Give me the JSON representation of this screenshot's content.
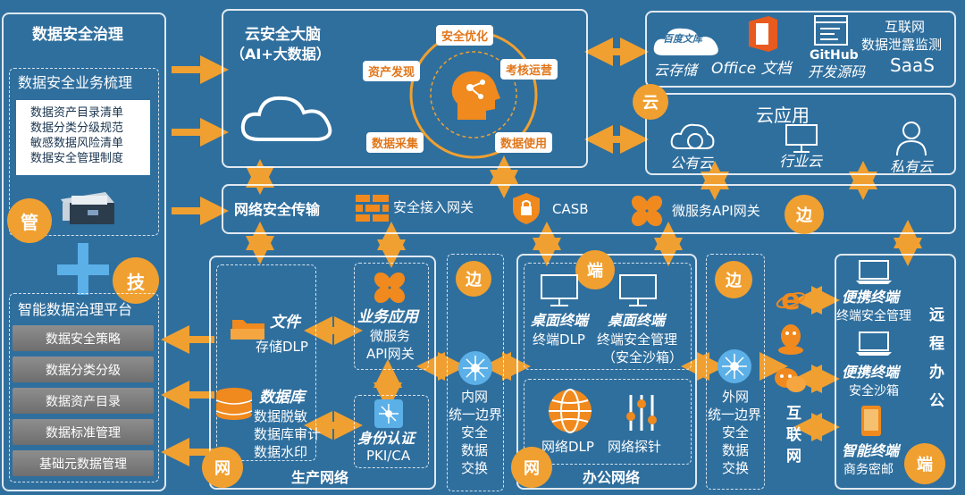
{
  "governance": {
    "title": "数据安全治理",
    "business_title": "数据安全业务梳理",
    "business_items": [
      "数据资产目录清单",
      "数据分类分级规范",
      "敏感数据风险清单",
      "数据安全管理制度"
    ],
    "badge_manage": "管",
    "badge_tech": "技",
    "platform_title": "智能数据治理平台",
    "platform_items": [
      "数据安全策略",
      "数据分类分级",
      "数据资产目录",
      "数据标准管理",
      "基础元数据管理"
    ]
  },
  "brain": {
    "title_line1": "云安全大脑",
    "title_line2": "（AI+大数据）",
    "nodes": [
      "安全优化",
      "资产发现",
      "考核运营",
      "数据采集",
      "数据使用"
    ]
  },
  "saas": {
    "baidu_logo": "百度文库",
    "cloud_storage": "云存储",
    "office": "Office 文档",
    "github_logo": "GitHub",
    "github_label": "开发源码",
    "leak_line1": "互联网",
    "leak_line2": "数据泄露监测",
    "leak_line3": "SaaS"
  },
  "cloud_app": {
    "badge": "云",
    "title": "云应用",
    "items": [
      "公有云",
      "行业云",
      "私有云"
    ]
  },
  "network": {
    "title": "网络安全传输",
    "gateway": "安全接入网关",
    "casb": "CASB",
    "api_gateway": "微服务API网关",
    "badge_edge": "边"
  },
  "production": {
    "file_title": "文件",
    "file_sub": "存储DLP",
    "app_title": "业务应用",
    "app_sub1": "微服务",
    "app_sub2": "API网关",
    "db_title": "数据库",
    "db_items": [
      "数据脱敏",
      "数据库审计",
      "数据水印"
    ],
    "id_title": "身份认证",
    "id_sub": "PKI/CA",
    "badge_net": "网",
    "label": "生产网络"
  },
  "inner_exchange": {
    "badge": "边",
    "lines": [
      "内网",
      "统一边界",
      "安全",
      "数据",
      "交换"
    ]
  },
  "office_net": {
    "badge_end": "端",
    "desktop1_title": "桌面终端",
    "desktop1_sub": "终端DLP",
    "desktop2_title": "桌面终端",
    "desktop2_sub1": "终端安全管理",
    "desktop2_sub2": "（安全沙箱）",
    "dlp": "网络DLP",
    "probe": "网络探针",
    "badge_net": "网",
    "label": "办公网络"
  },
  "outer_exchange": {
    "badge": "边",
    "lines": [
      "外网",
      "统一边界",
      "安全",
      "数据",
      "交换"
    ]
  },
  "internet": {
    "label": [
      "互",
      "联",
      "网"
    ]
  },
  "remote": {
    "portable1_title": "便携终端",
    "portable1_sub": "终端安全管理",
    "portable2_title": "便携终端",
    "portable2_sub": "安全沙箱",
    "smart_title": "智能终端",
    "smart_sub": "商务密邮",
    "side_label": [
      "远",
      "程",
      "办",
      "公"
    ],
    "badge_end": "端"
  },
  "colors": {
    "background": "#2f6f9e",
    "accent": "#f0a030",
    "icon_orange": "#f08a1e"
  }
}
